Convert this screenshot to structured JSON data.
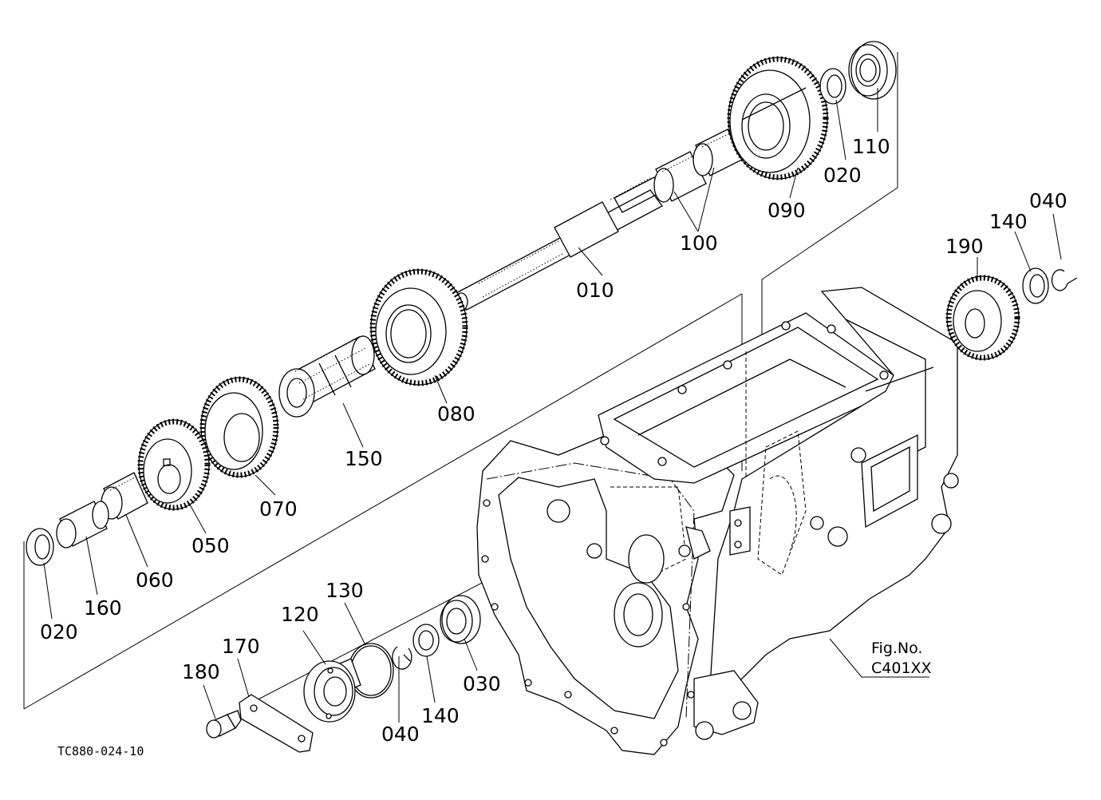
{
  "callouts": {
    "p010": "010",
    "p020_top": "020",
    "p020_left": "020",
    "p030": "030",
    "p040_right": "040",
    "p040_bottom": "040",
    "p050": "050",
    "p060": "060",
    "p070": "070",
    "p080": "080",
    "p090": "090",
    "p100": "100",
    "p110": "110",
    "p120": "120",
    "p130": "130",
    "p140_right": "140",
    "p140_bottom": "140",
    "p150": "150",
    "p160": "160",
    "p170": "170",
    "p180": "180",
    "p190": "190"
  },
  "figure": {
    "label": "Fig.No.",
    "number": "C401XX"
  },
  "drawing_code": "TC880-024-10"
}
